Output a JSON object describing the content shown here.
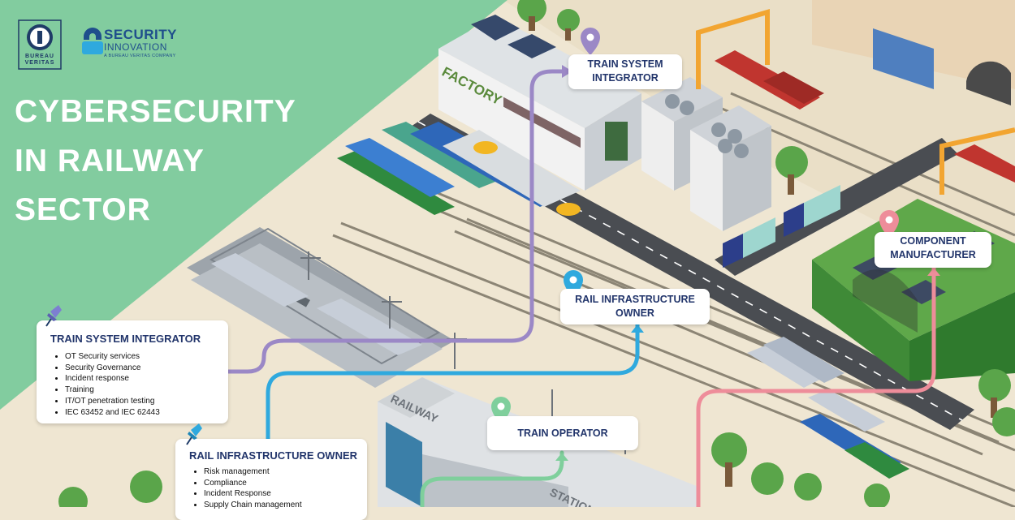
{
  "brand": {
    "bureau_veritas": "BUREAU VERITAS",
    "security_innovation_line1": "SECURITY",
    "security_innovation_line2": "INNOVATION",
    "security_innovation_line3": "A BUREAU VERITAS COMPANY"
  },
  "headline": {
    "line1": "CYBERSECURITY",
    "line2": "IN RAILWAY",
    "line3": "SECTOR"
  },
  "map_labels": {
    "factory": "FACTORY",
    "railway": "RAILWAY",
    "station": "STATION"
  },
  "tags": {
    "train_system_integrator": [
      "TRAIN SYSTEM",
      "INTEGRATOR"
    ],
    "rail_infrastructure_owner": [
      "RAIL INFRASTRUCTURE",
      "OWNER"
    ],
    "component_manufacturer": [
      "COMPONENT",
      "MANUFACTURER"
    ],
    "train_operator": "TRAIN OPERATOR"
  },
  "cards": {
    "train_system_integrator": {
      "title": "TRAIN SYSTEM INTEGRATOR",
      "items": [
        "OT Security services",
        "Security Governance",
        "Incident response",
        "Training",
        "IT/OT penetration testing",
        "IEC 63452 and IEC 62443"
      ]
    },
    "rail_infrastructure_owner": {
      "title": "RAIL INFRASTRUCTURE OWNER",
      "items": [
        "Risk management",
        "Compliance",
        "Incident Response",
        "Supply Chain management"
      ]
    }
  },
  "colors": {
    "green_panel": "#82cc9f",
    "route_purple": "#9b88c6",
    "route_blue": "#2fa9de",
    "route_pink": "#ee8d9a",
    "route_green": "#7fcf9c",
    "title_navy": "#22356b"
  }
}
